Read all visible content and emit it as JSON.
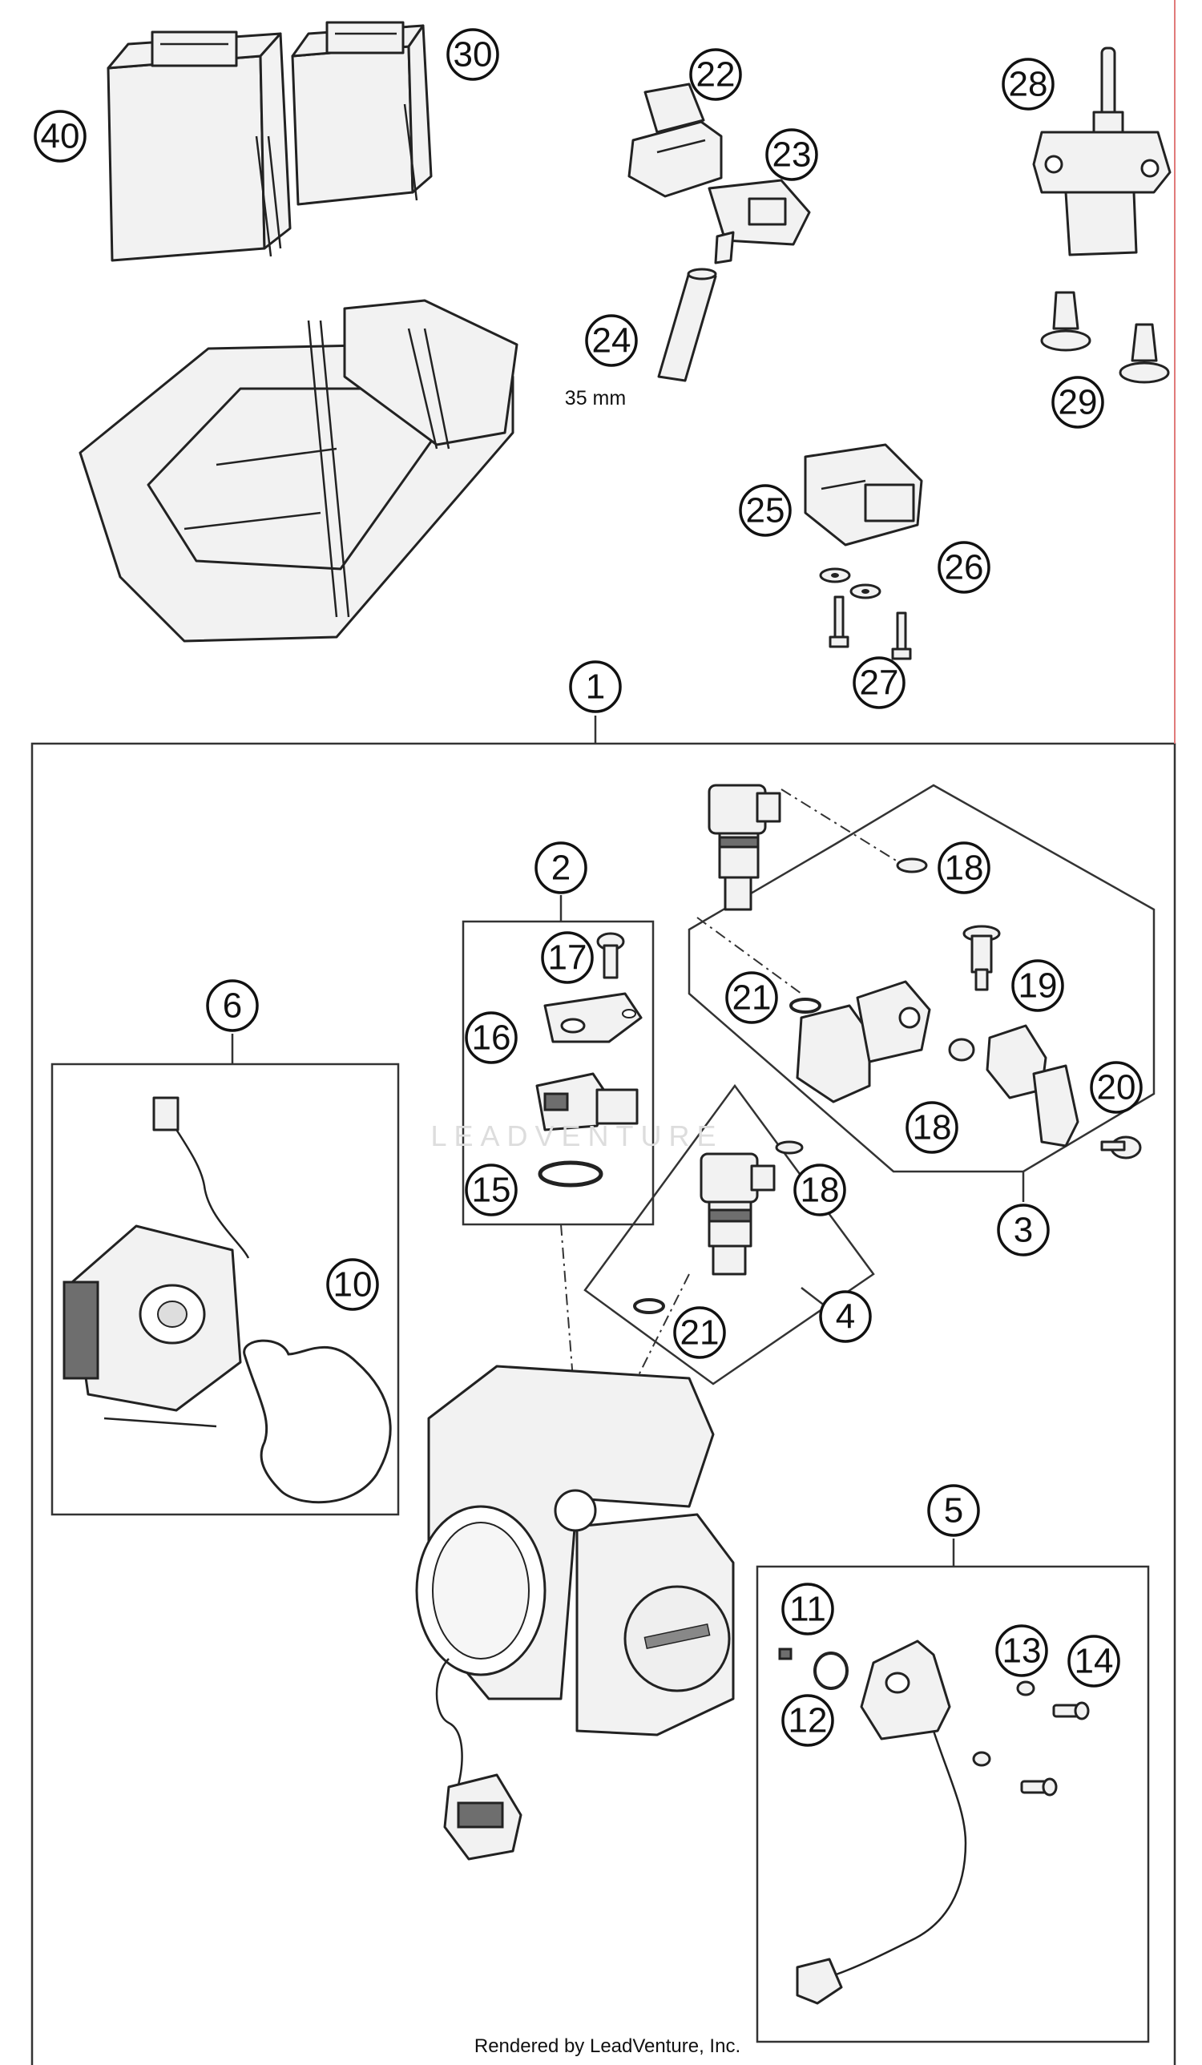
{
  "diagram": {
    "callouts": [
      "1",
      "2",
      "3",
      "4",
      "5",
      "6",
      "10",
      "11",
      "12",
      "13",
      "14",
      "15",
      "16",
      "17",
      "18",
      "19",
      "20",
      "21",
      "22",
      "23",
      "24",
      "25",
      "26",
      "27",
      "28",
      "29",
      "30",
      "40"
    ],
    "callout_18_repeat": [
      "18",
      "18",
      "18"
    ],
    "callout_21_repeat": [
      "21",
      "21"
    ],
    "dimension_label": "35 mm",
    "watermark": "LEADVENTURE",
    "footer": "Rendered by LeadVenture, Inc."
  }
}
